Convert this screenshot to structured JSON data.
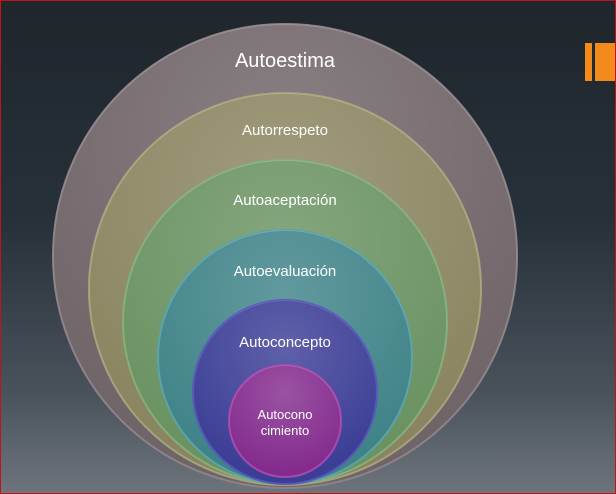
{
  "diagram": {
    "circles": [
      {
        "label": "Autoestima",
        "fill": "#6f6468",
        "stroke": "#8d8286"
      },
      {
        "label": "Autorrespeto",
        "fill": "#8a8560",
        "stroke": "#a6a27c"
      },
      {
        "label": "Autoaceptación",
        "fill": "#6a9262",
        "stroke": "#86ad7a"
      },
      {
        "label": "Autoevaluación",
        "fill": "#3f8388",
        "stroke": "#5aa3a8"
      },
      {
        "label": "Autoconcepto",
        "fill": "#3c3e96",
        "stroke": "#5558b6"
      },
      {
        "label_lines": [
          "Autocono",
          "cimiento"
        ],
        "fill": "#842c8e",
        "stroke": "#a44aae"
      }
    ]
  },
  "accent_color": "#f28a1c"
}
